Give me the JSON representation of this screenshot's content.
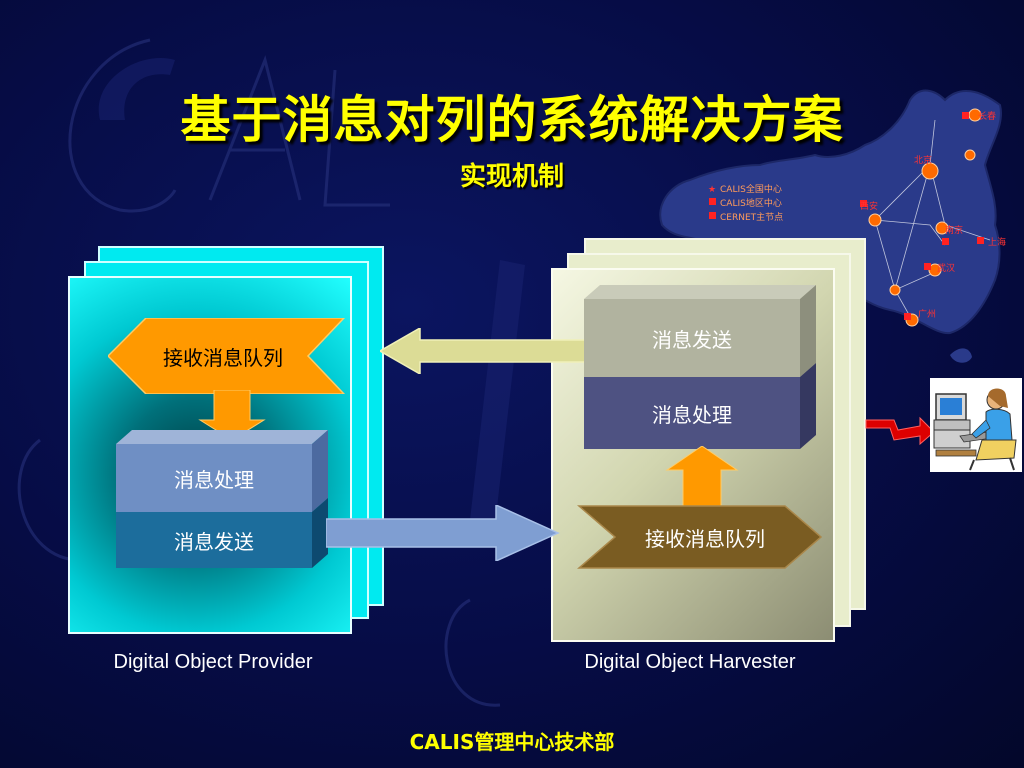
{
  "title": "基于消息对列的系统解决方案",
  "subtitle": "实现机制",
  "provider": {
    "caption": "Digital Object Provider",
    "receive_queue": "接收消息队列",
    "process": "消息处理",
    "send": "消息发送"
  },
  "harvester": {
    "caption": "Digital Object Harvester",
    "send": "消息发送",
    "process": "消息处理",
    "receive_queue": "接收消息队列"
  },
  "map": {
    "legend": [
      "CALIS全国中心",
      "CALIS地区中心",
      "CERNET主节点"
    ],
    "cities": [
      "长春",
      "北京",
      "西安",
      "南京",
      "上海",
      "武汉",
      "广州"
    ]
  },
  "footer": "CALIS管理中心技术部",
  "colors": {
    "background": "#060c45",
    "title": "#ffff00",
    "arrow_orange": "#ff9900",
    "provider_page": "#00eaf0",
    "harvester_page": "#e8edcc"
  }
}
